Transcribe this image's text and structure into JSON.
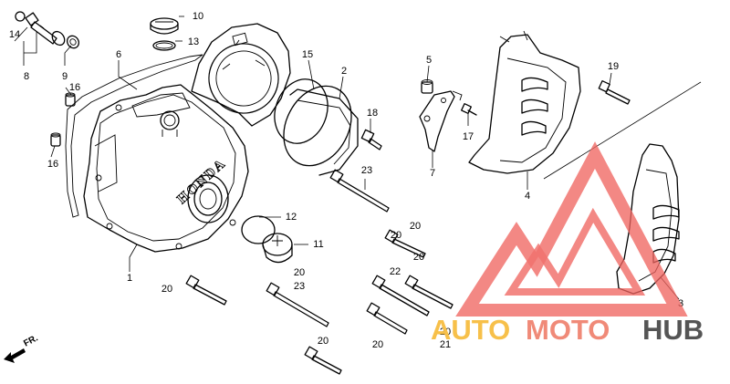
{
  "diagram": {
    "brand_mark": "HONDA",
    "direction_label": "FR.",
    "part_labels": {
      "p1": "1",
      "p2": "2",
      "p3": "3",
      "p4": "4",
      "p5": "5",
      "p6": "6",
      "p7": "7",
      "p8": "8",
      "p9": "9",
      "p10": "10",
      "p11": "11",
      "p12": "12",
      "p13": "13",
      "p14": "14",
      "p15": "15",
      "p16a": "16",
      "p16b": "16",
      "p17": "17",
      "p18": "18",
      "p19": "19",
      "p20a": "20",
      "p20b": "20",
      "p20c": "20",
      "p20d": "20",
      "p20e": "20",
      "p20f": "20",
      "p20g": "20",
      "p21": "21",
      "p22": "22",
      "p23a": "23",
      "p23b": "23"
    }
  },
  "watermark": {
    "part1": "AUTO",
    "part2": "MOTO",
    "part3": "HUB",
    "colors": {
      "auto": "#f7c04a",
      "moto": "#f08a78",
      "hub": "#555555",
      "logo": "#f0645f"
    }
  }
}
